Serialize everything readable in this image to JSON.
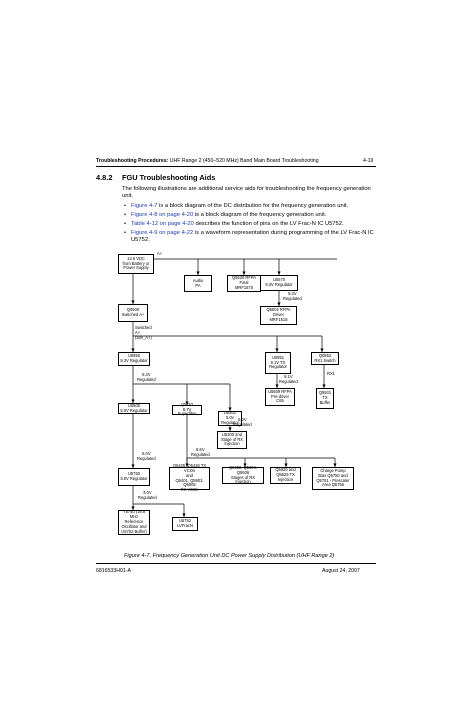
{
  "header": {
    "title_bold": "Troubleshooting Procedures:",
    "title_rest": " UHF Range 2 (450–520 MHz) Band Main Board Troubleshooting",
    "page": "4-19"
  },
  "section": {
    "number": "4.8.2",
    "title": "FGU Troubleshooting Aids",
    "intro": "The following illustrations are additional service aids for troubleshooting the frequency generation unit."
  },
  "bullets": [
    {
      "link": "Figure 4-7",
      "text": " is a block diagram of the DC distribution for the frequency generation unit."
    },
    {
      "link": "Figure 4-8 on page 4-20",
      "text": " is a block diagram of the frequency generation unit."
    },
    {
      "link": "Table 4-12 on page 4-20",
      "text": " describes the function of pins on the LV Frac-N IC U5752."
    },
    {
      "link": "Figure 4-9 on page 4-22",
      "text": " is a waveform representation during programming of the LV Frac-N IC U5752."
    }
  ],
  "diagram": {
    "boxes": {
      "battery": "13.6 VDC\nfrom Battery or\nPower Supply",
      "audio_pa": "Audio\nPA",
      "q5520": "Q5520 RFPA\nFinal\nMRF1570",
      "u5570": "U5570\n9.3V Regulator",
      "q5502": "Q5502 RFPA\nDriver\nMRF1518",
      "q0500": "Q0500\nSwitched A+",
      "u0950": "U0950\n9.3V Regulator",
      "u0951": "U0951\n9.1V TX\nRegulator",
      "q0952": "Q0952\nRX1 Switch",
      "u5509": "U5509 RFPA\nPre-driver\nC65",
      "q5501": "Q5501\nTX\nBuffer",
      "u0505": "U0505\n5.0V Regulator",
      "q5752": "Q5752\n8.7V Superfilter",
      "u5301": "U5301\n5.0v\nRegulator",
      "u5300": "U5300 2nd\nStage of RX\nInjection",
      "u5750": "U5750\n3.0V Regulator",
      "vco": "Q5425, Q5426 TX VCOs\nand\nQ5401, Q5903, Q5905\nRX VCOs",
      "q5602": "Q5602, Q5604, Q5606\nStages of RX\nInjection",
      "q5620": "Q5620 and\nQ5629 TX\nInjection",
      "charge_pump": "Charge Pump\nBias Q5750 and\nQ5751 - Prescaler\nArea Q5755",
      "y5750": "Y5750 (16.8\nMHz Reference\nOscillator and\nU5752 Buffer)",
      "u5752": "U5752\nLVFracN"
    },
    "labels": {
      "a_plus": "A+",
      "v93_a": "9.3V\nRegulated",
      "switched": "Switched A+\n(SW_A+)",
      "v91": "9.1V\nRegulated",
      "rx1": "RX1",
      "v93_b": "9.3V\nRegulated",
      "v5_a": "5.0V\nRegulated",
      "v86": "8.6V\nRegulated",
      "v5_b": "5.0V\nRegulated",
      "v3": "3.0V\nRegulated"
    }
  },
  "caption": "Figure 4-7.  Frequency Generation Unit DC Power Supply Distribution (UHF Range 2)",
  "footer": {
    "left": "6816533H01-A",
    "right": "August 24, 2007"
  }
}
